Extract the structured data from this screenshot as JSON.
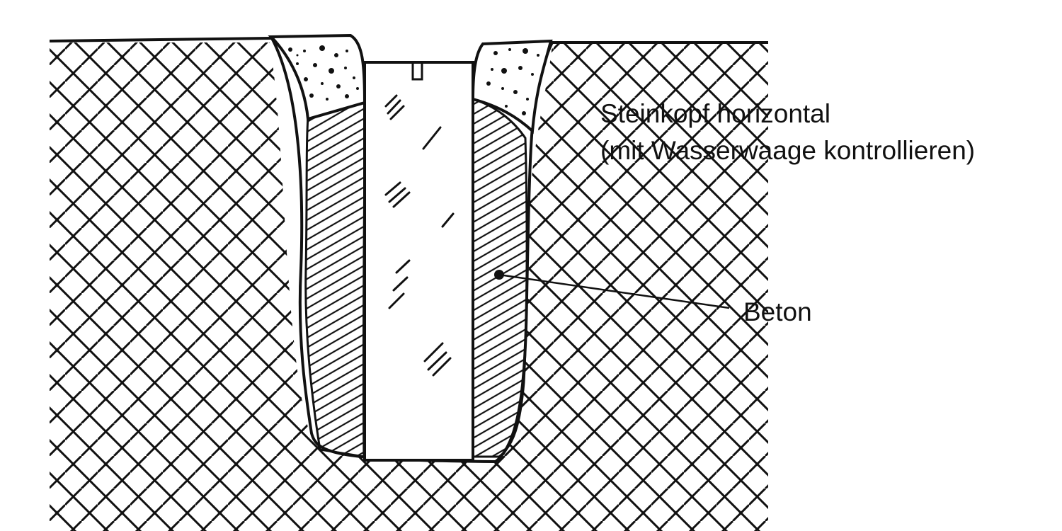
{
  "annotations": {
    "stone_head": {
      "line1": "Steinkopf horizontal",
      "line2": "(mit Wasserwaage kontrollieren)"
    },
    "concrete": "Beton"
  },
  "colors": {
    "ink": "#111111",
    "background": "#ffffff"
  }
}
